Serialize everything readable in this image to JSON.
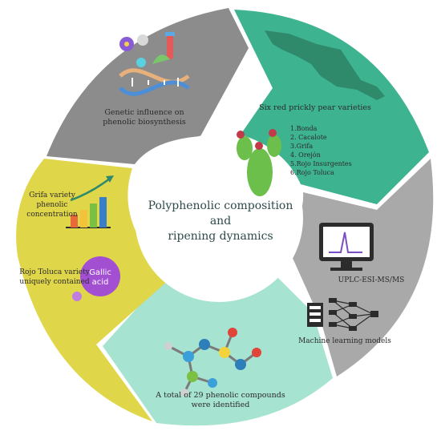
{
  "center": {
    "line1": "Polyphenolic composition",
    "line2": "and",
    "line3": "ripening dynamics"
  },
  "segments": {
    "genetic": {
      "label1": "Genetic influence on",
      "label2": "phenolic biosynthesis",
      "color": "#8c8c8c"
    },
    "varieties": {
      "label": "Six red prickly pear varieties",
      "color": "#3eb38f",
      "items": [
        "1.Bonda",
        "2. Cacalote",
        "3.Grifa",
        "4. Orejón",
        "5.Rojo Insurgentes",
        "6.Rojo Toluca"
      ]
    },
    "analysis": {
      "method": "UPLC-ESI-MS/MS",
      "models": "Machine learning models",
      "color": "#a9a9a9"
    },
    "compounds": {
      "label1": "A total of 29 phenolic compounds",
      "label2": "were identified",
      "color": "#a6e3d0"
    },
    "grifa": {
      "label1": "Grifa variety",
      "label2": "phenolic",
      "label3": "concentration",
      "rojo1": "Rojo Toluca variety",
      "rojo2": "uniquely contained",
      "badge1": "Gallic",
      "badge2": "acid",
      "color": "#e0d64a"
    }
  }
}
